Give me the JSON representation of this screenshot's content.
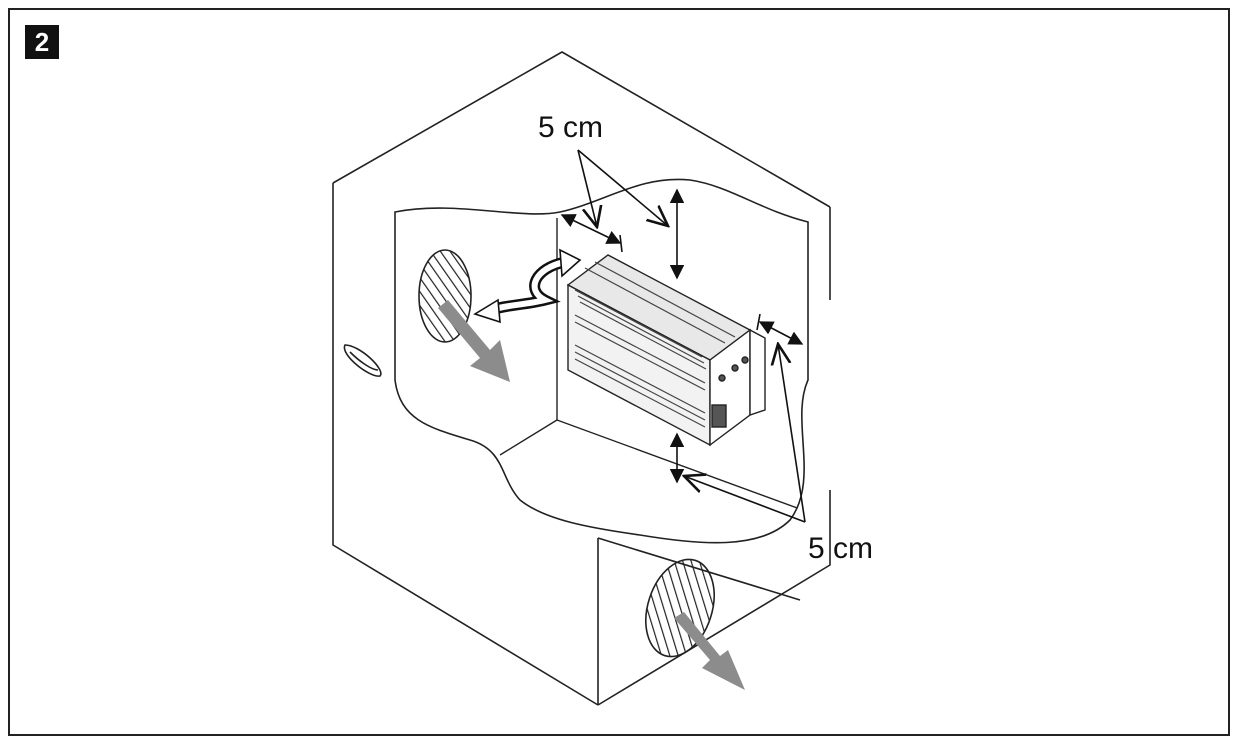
{
  "figure": {
    "number": "2",
    "label_top": "5 cm",
    "label_bottom": "5 cm"
  },
  "colors": {
    "line": "#222222",
    "airflow": "#8c8c8c",
    "device": "#555555"
  },
  "icons": [
    "vent-hatched-icon",
    "airflow-arrow-icon",
    "curved-double-arrow-icon",
    "dimension-arrow-icon"
  ]
}
